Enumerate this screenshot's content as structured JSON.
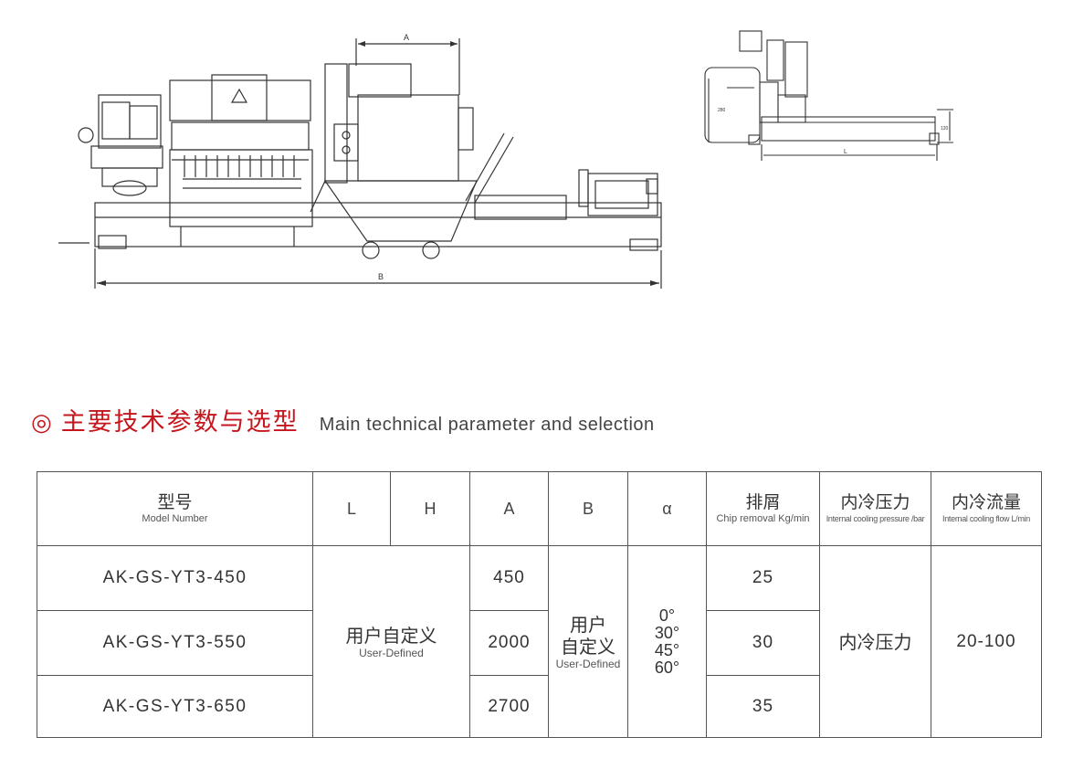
{
  "drawing_labels": {
    "dim_a": "A",
    "dim_b": "B",
    "dim_l": "L",
    "side_h1": "280",
    "side_h2": "120"
  },
  "heading": {
    "zh": "主要技术参数与选型",
    "en": "Main technical parameter and selection"
  },
  "table": {
    "headers": {
      "model_zh": "型号",
      "model_en": "Model Number",
      "l": "L",
      "h": "H",
      "a": "A",
      "b": "B",
      "alpha": "α",
      "chip_zh": "排屑",
      "chip_en": "Chip removal Kg/min",
      "pressure_zh": "内冷压力",
      "pressure_en": "Internal cooling pressure /bar",
      "flow_zh": "内冷流量",
      "flow_en": "Internal cooling flow L/min"
    },
    "rows": [
      {
        "model": "AK-GS-YT3-450",
        "a": "450",
        "chip": "25"
      },
      {
        "model": "AK-GS-YT3-550",
        "a": "2000",
        "chip": "30"
      },
      {
        "model": "AK-GS-YT3-650",
        "a": "2700",
        "chip": "35"
      }
    ],
    "lh_zh": "用户自定义",
    "lh_en": "User-Defined",
    "b_zh_1": "用户",
    "b_zh_2": "自定义",
    "b_en": "User-Defined",
    "angles": [
      "0°",
      "30°",
      "45°",
      "60°"
    ],
    "pressure_value": "内冷压力",
    "flow_value": "20-100"
  },
  "colors": {
    "accent": "#c4161c",
    "line": "#555555"
  }
}
